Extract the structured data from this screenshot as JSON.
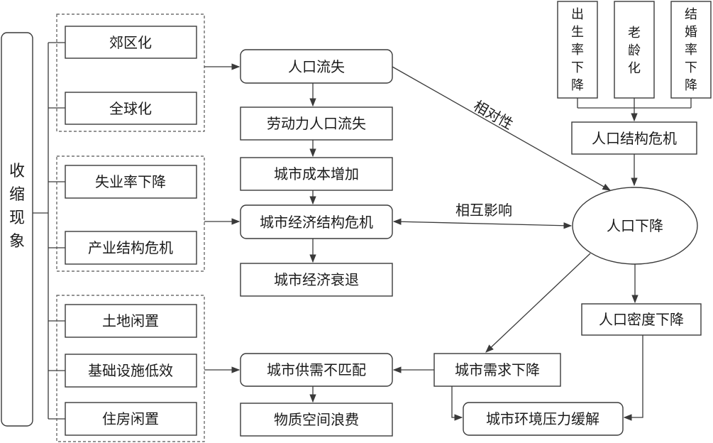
{
  "left_label": [
    "收",
    "缩",
    "现",
    "象"
  ],
  "causes": {
    "suburbanization": "郊区化",
    "globalization": "全球化",
    "unemployment_drop": "失业率下降",
    "industrial_structure_crisis": "产业结构危机",
    "land_idle": "土地闲置",
    "infrastructure_inefficient": "基础设施低效",
    "housing_idle": "住房闲置"
  },
  "center": {
    "population_loss": "人口流失",
    "labor_loss": "劳动力人口流失",
    "city_cost_increase": "城市成本增加",
    "economic_structure_crisis": "城市经济结构危机",
    "economic_decline": "城市经济衰退",
    "supply_demand_mismatch": "城市供需不匹配",
    "space_waste": "物质空间浪费"
  },
  "right": {
    "birth_rate_drop": [
      "出",
      "生",
      "率",
      "下",
      "降"
    ],
    "aging": [
      "老",
      "龄",
      "化"
    ],
    "marriage_rate_drop": [
      "结",
      "婚",
      "率",
      "下",
      "降"
    ],
    "population_structure_crisis": "人口结构危机",
    "population_decline": "人口下降",
    "density_drop": "人口密度下降",
    "demand_drop": "城市需求下降",
    "env_pressure_relief": "城市环境压力缓解"
  },
  "edge_labels": {
    "relative": "相对性",
    "mutual_influence": "相互影响"
  }
}
